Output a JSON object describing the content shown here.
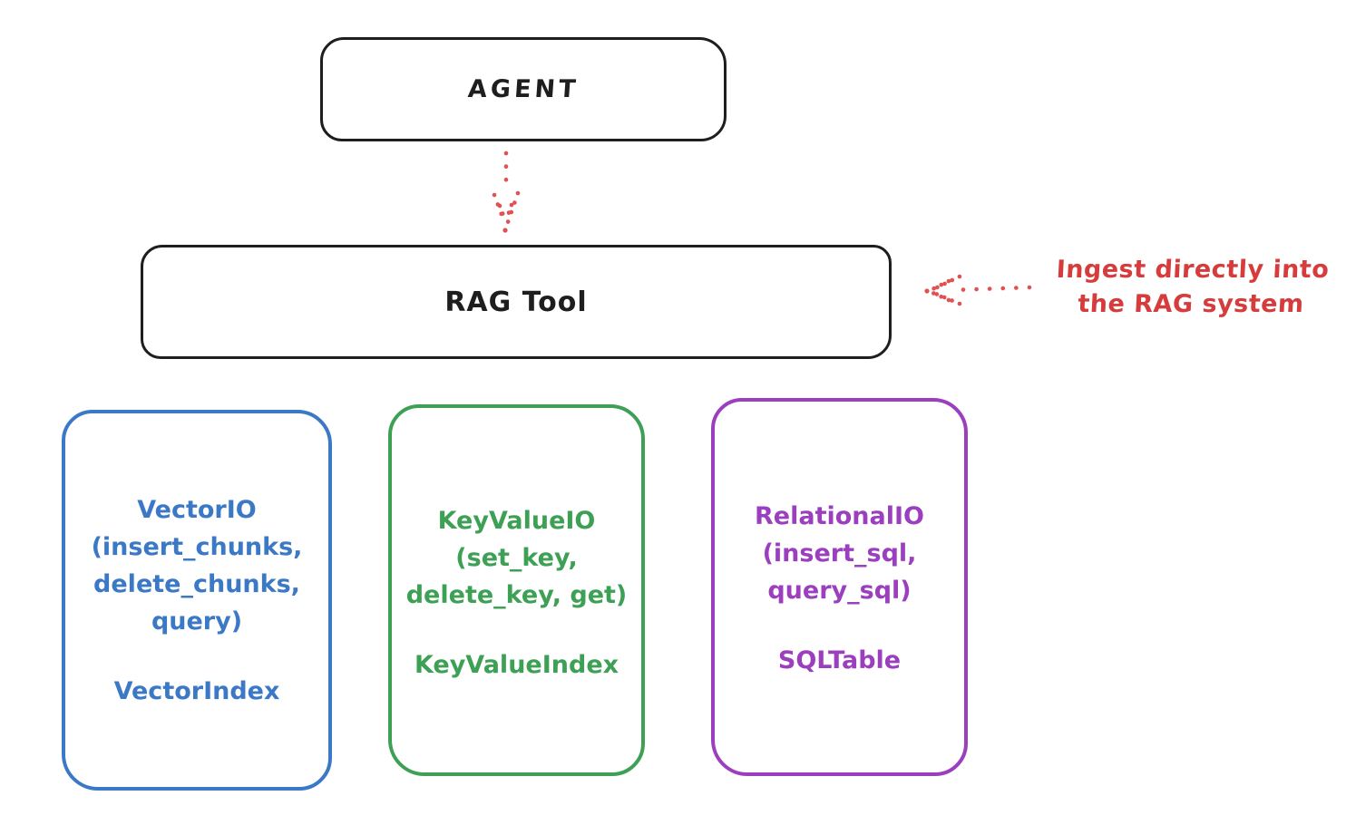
{
  "agent": {
    "label": "AGENT"
  },
  "rag_tool": {
    "label": "RAG Tool"
  },
  "annotation": {
    "line1": "Ingest directly into",
    "line2": "the RAG system"
  },
  "backends": {
    "vector": {
      "title": "VectorIO",
      "args": [
        "(insert_chunks,",
        "delete_chunks,",
        "query)"
      ],
      "index": "VectorIndex"
    },
    "keyvalue": {
      "title": "KeyValueIO",
      "args": [
        "(set_key,",
        "delete_key, get)"
      ],
      "index": "KeyValueIndex"
    },
    "relational": {
      "title": "RelationalIO",
      "args": [
        "(insert_sql,",
        "query_sql)"
      ],
      "index": "SQLTable"
    }
  },
  "colors": {
    "ink": "#1e1e1e",
    "red_text": "#d63c3c",
    "red_arrow": "#e05252",
    "blue": "#3b79c6",
    "green": "#3da055",
    "purple": "#9b3fbf",
    "bg": "#ffffff"
  }
}
